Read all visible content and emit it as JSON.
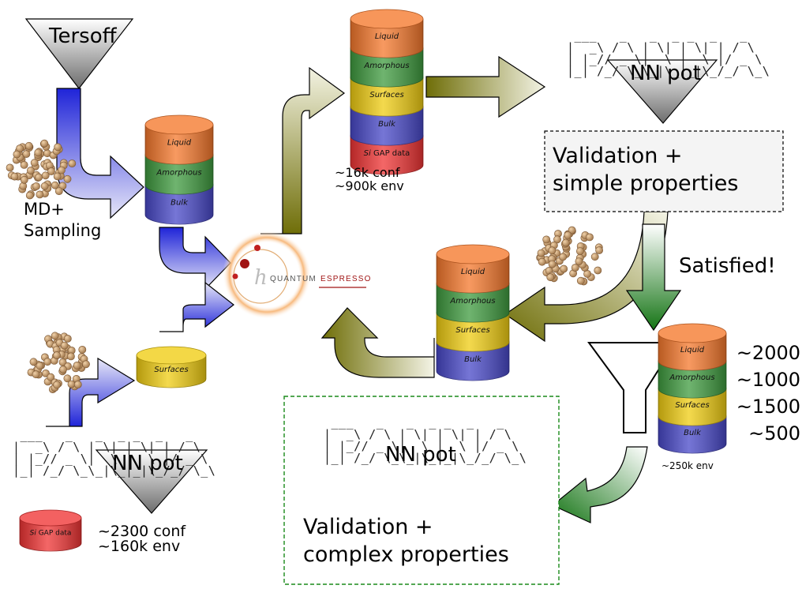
{
  "labels": {
    "tersoff": "Tersoff",
    "md_sampling": "MD+\nSampling",
    "satisfied": "Satisfied!",
    "nn_pot": "NN pot",
    "validation_simple": "Validation +\nsimple properties",
    "validation_complex": "Validation +\ncomplex properties",
    "conf_16k": "~16k conf",
    "env_900k": "~900k env",
    "conf_2300": "~2300 conf",
    "env_160k": "~160k env",
    "env_250k": "~250k env",
    "qe_left": "QUANTUM",
    "qe_right": "ESPRESSO",
    "qe_symbol": "h"
  },
  "counts": [
    "~2000",
    "~1000",
    "~1500",
    "~500"
  ],
  "layers": {
    "liquid": "Liquid",
    "amorphous": "Amorphous",
    "surfaces": "Surfaces",
    "bulk": "Bulk",
    "gap_prefix": "Si",
    "gap_suffix": " GAP data"
  },
  "panna_art": " ___   _   _  _ _  _   _\n|  _\\ / \\ | \\| | \\| | / \\\n| |_// _ \\|  \\ |  \\ |/ _ \\\n|_| /_/ \\_\\_|\\_|_|\\_/_/ \\_\\",
  "colors": {
    "liquid": "#f5782c",
    "amorphous": "#3f9b3f",
    "surfaces": "#f0cd12",
    "bulk": "#4848c8",
    "gap": "#f03434",
    "blue_arrow": "#1f24d8",
    "olive_arrow": "#6f6e08",
    "green_arrow": "#147414",
    "qe_red": "#a01414"
  }
}
